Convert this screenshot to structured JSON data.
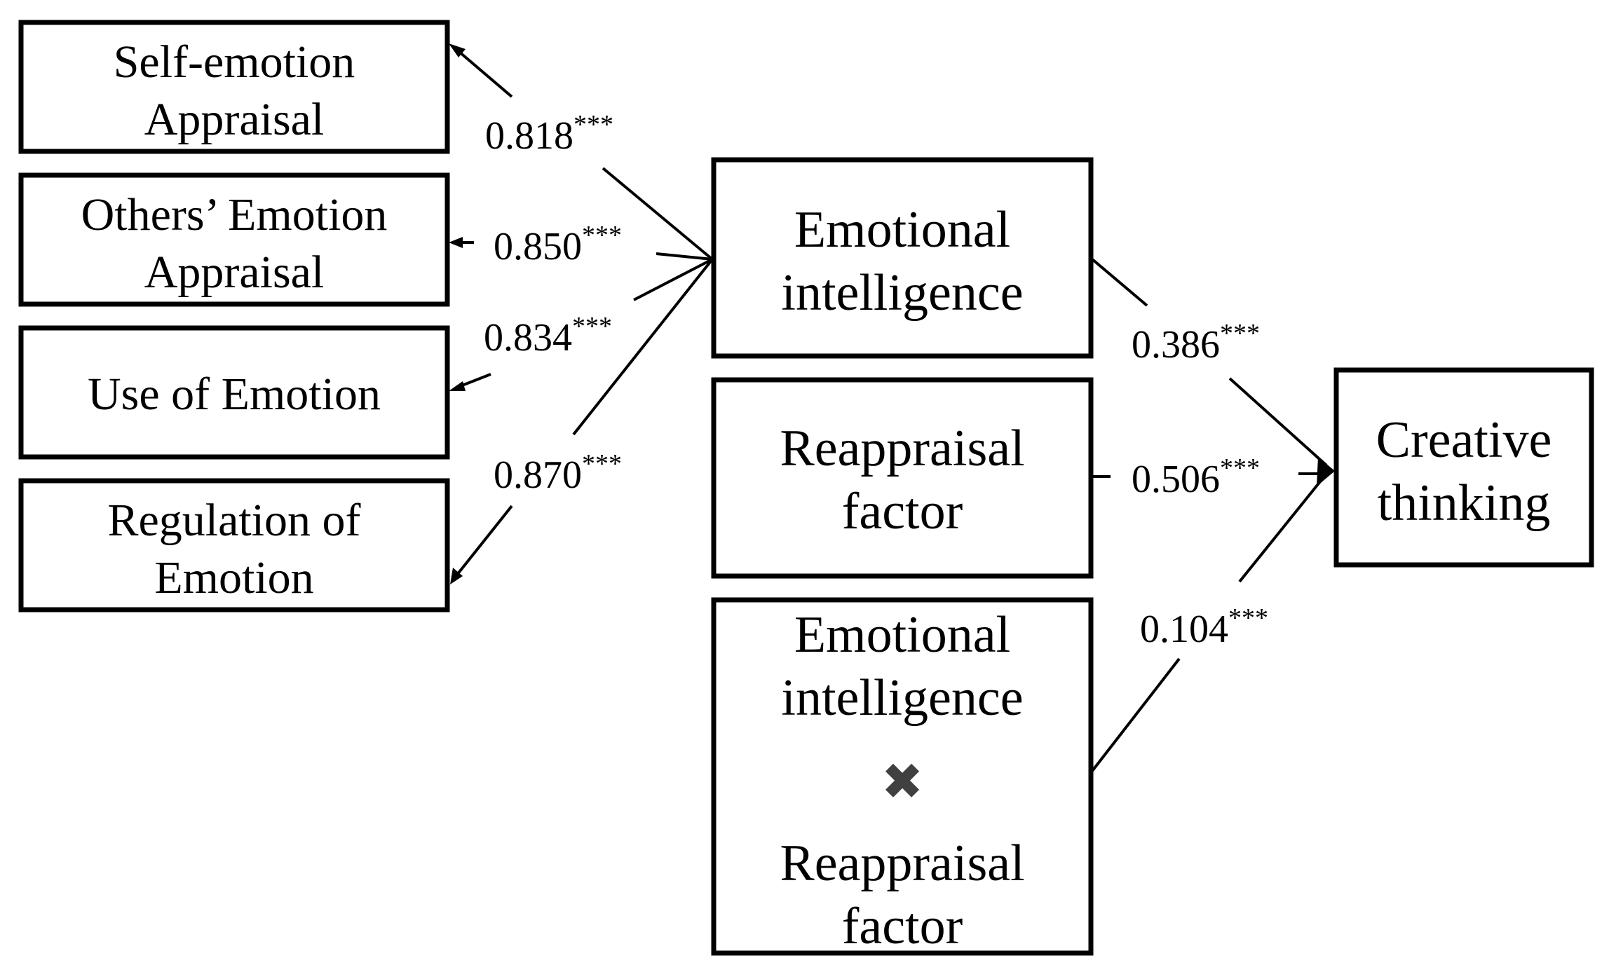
{
  "indicators": [
    {
      "line1": "Self-emotion",
      "line2": "Appraisal"
    },
    {
      "line1": "Others’ Emotion",
      "line2": "Appraisal"
    },
    {
      "line1": "Use of Emotion",
      "line2": ""
    },
    {
      "line1": "Regulation of",
      "line2": "Emotion"
    }
  ],
  "emotional_intelligence": {
    "line1": "Emotional",
    "line2": "intelligence"
  },
  "reappraisal": {
    "line1": "Reappraisal",
    "line2": "factor"
  },
  "interaction": {
    "line1": "Emotional",
    "line2": "intelligence",
    "symbol": "✖",
    "line3": "Reappraisal",
    "line4": "factor"
  },
  "outcome": {
    "line1": "Creative",
    "line2": "thinking"
  },
  "loadings": [
    {
      "value": "0.818",
      "sig": "***"
    },
    {
      "value": "0.850",
      "sig": "***"
    },
    {
      "value": "0.834",
      "sig": "***"
    },
    {
      "value": "0.870",
      "sig": "***"
    }
  ],
  "paths": [
    {
      "value": "0.386",
      "sig": "***"
    },
    {
      "value": "0.506",
      "sig": "***"
    },
    {
      "value": "0.104",
      "sig": "***"
    }
  ]
}
